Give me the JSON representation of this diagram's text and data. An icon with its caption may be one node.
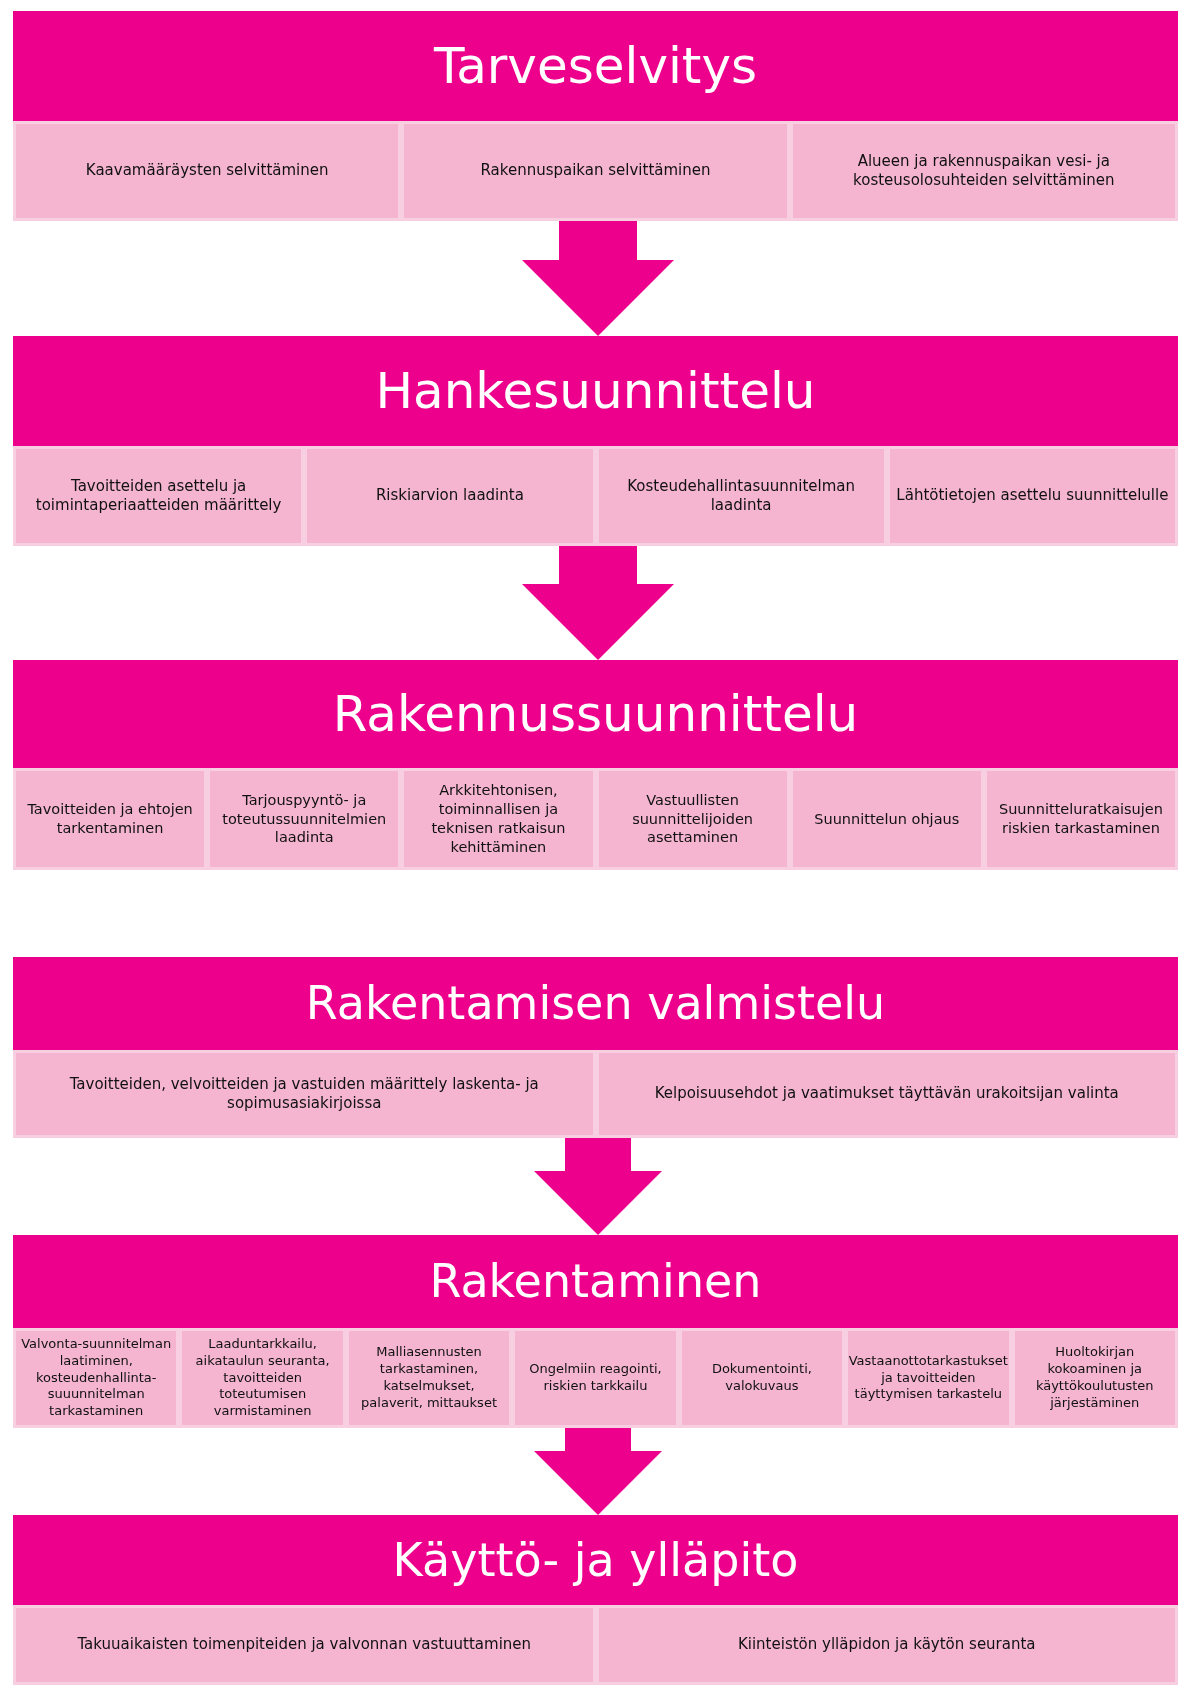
{
  "diagram": {
    "nodes": [
      {
        "text": [
          "Tarveselvitys"
        ]
      },
      {
        "text": [
          "Kaavamääräysten selvittäminen"
        ],
        "in": 0
      },
      {
        "text": [
          "Rakennuspaikan selvittäminen"
        ],
        "in": 0
      },
      {
        "text": [
          "Alueen ja rakennuspaikan vesi- ja kosteusolosuhteiden selvittäminen"
        ],
        "in": 0
      },
      {
        "text": [
          "Hankesuunnittelu"
        ]
      },
      {
        "text": [
          "Tavoitteiden asettelu ja toimintaperiaatteiden määrittely"
        ],
        "in": 4
      },
      {
        "text": [
          "Riskiarvion laadinta"
        ],
        "in": 4
      },
      {
        "text": [
          "Kosteudehallintasuunnitelman laadinta"
        ],
        "in": 4
      },
      {
        "text": [
          "Lähtötietojen asettelu suunnittelulle"
        ],
        "in": 4
      },
      {
        "text": [
          "Rakennussuunnittelu"
        ]
      },
      {
        "text": [
          "Tavoitteiden ja ehtojen tarkentaminen"
        ],
        "in": 9
      },
      {
        "text": [
          "Tarjouspyyntö- ja toteutussuunnitelmien laadinta"
        ],
        "in": 9
      },
      {
        "text": [
          "Arkkitehtonisen, toiminnallisen ja teknisen ratkaisun kehittäminen"
        ],
        "in": 9
      },
      {
        "text": [
          "Vastuullisten suunnittelijoiden asettaminen"
        ],
        "in": 9
      },
      {
        "text": [
          "Suunnittelun ohjaus"
        ],
        "in": 9
      },
      {
        "text": [
          "Suunnitteluratkaisujen riskien tarkastaminen"
        ],
        "in": 9
      },
      {
        "text": [
          "Rakentamisen valmistelu"
        ]
      },
      {
        "text": [
          "Tavoitteiden, velvoitteiden ja vastuiden määrittely laskenta- ja sopimusasiakirjoissa"
        ],
        "in": 16
      },
      {
        "text": [
          "Kelpoisuusehdot ja vaatimukset täyttävän urakoitsijan valinta"
        ],
        "in": 16
      },
      {
        "text": [
          "Rakentaminen"
        ]
      },
      {
        "text": [
          "Valvonta-suunnitelman laatiminen, kosteudenhallinta-suuunnitelman tarkastaminen"
        ],
        "in": 19
      },
      {
        "text": [
          "Laaduntarkkailu, aikataulun seuranta, tavoitteiden toteutumisen varmistaminen"
        ],
        "in": 19
      },
      {
        "text": [
          "Malliasennusten tarkastaminen, katselmukset, palaverit, mittaukset"
        ],
        "in": 19
      },
      {
        "text": [
          "Ongelmiin reagointi, riskien tarkkailu"
        ],
        "in": 19
      },
      {
        "text": [
          "Dokumentointi, valokuvaus"
        ],
        "in": 19
      },
      {
        "text": [
          "Vastaanottotarkastukset ja tavoitteiden täyttymisen tarkastelu"
        ],
        "in": 19
      },
      {
        "text": [
          "Huoltokirjan kokoaminen ja käyttökoulutusten järjestäminen"
        ],
        "in": 19
      },
      {
        "text": [
          "Käyttö- ja ylläpito"
        ]
      },
      {
        "text": [
          "Takuuaikaisten toimenpiteiden ja valvonnan vastuuttaminen"
        ],
        "in": 27
      },
      {
        "text": [
          "Kiinteistön ylläpidon ja käytön seuranta"
        ],
        "in": 27
      }
    ],
    "edges": [
      {
        "from": 0,
        "to": 4,
        "arrow": "to"
      },
      {
        "from": 4,
        "to": 9,
        "arrow": "to"
      },
      {
        "from": 16,
        "to": 19,
        "arrow": "to"
      },
      {
        "from": 19,
        "to": 27,
        "arrow": "to"
      }
    ]
  }
}
